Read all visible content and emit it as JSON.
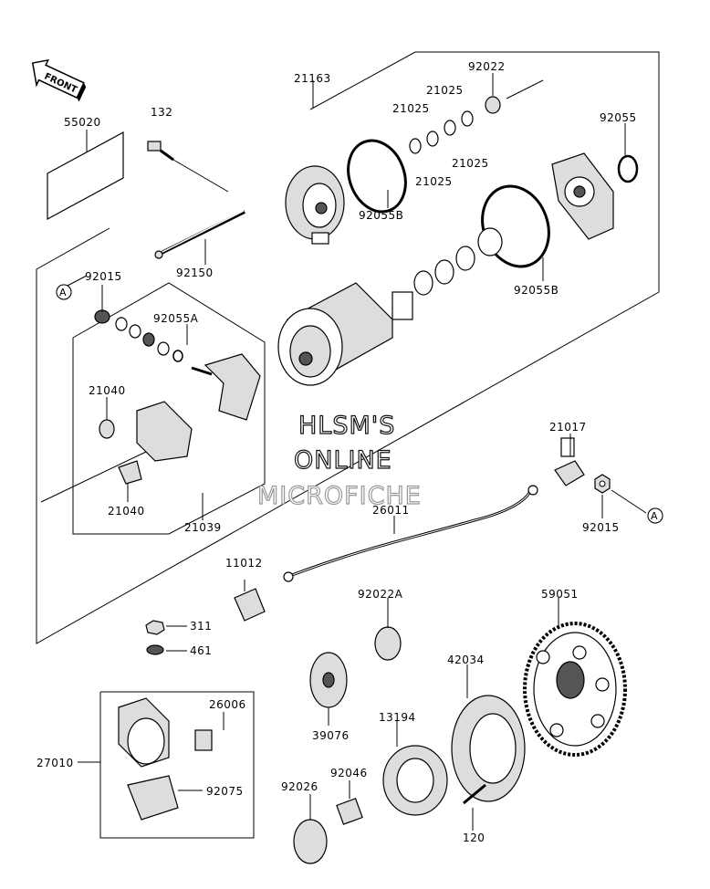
{
  "front_arrow": {
    "label": "FRONT"
  },
  "watermark": {
    "line1": "HLSM'S",
    "line2": "ONLINE",
    "line3": "MICROFICHE"
  },
  "ref_markers": {
    "left": "A",
    "right": "A"
  },
  "part_numbers": {
    "p55020": "55020",
    "p132": "132",
    "p21163": "21163",
    "p92022": "92022",
    "p21025a": "21025",
    "p21025b": "21025",
    "p21025c": "21025",
    "p21025d": "21025",
    "p92055": "92055",
    "p92055b_top": "92055B",
    "p92055b_bot": "92055B",
    "p92150": "92150",
    "p92015_left": "92015",
    "p92055a": "92055A",
    "p21040_top": "21040",
    "p21040_bot": "21040",
    "p21039": "21039",
    "p21017": "21017",
    "p26011": "26011",
    "p92015_right": "92015",
    "p11012": "11012",
    "p92022a": "92022A",
    "p59051": "59051",
    "p311": "311",
    "p461": "461",
    "p42034": "42034",
    "p26006": "26006",
    "p27010": "27010",
    "p39076": "39076",
    "p13194": "13194",
    "p92075": "92075",
    "p92026": "92026",
    "p92046": "92046",
    "p120": "120"
  }
}
